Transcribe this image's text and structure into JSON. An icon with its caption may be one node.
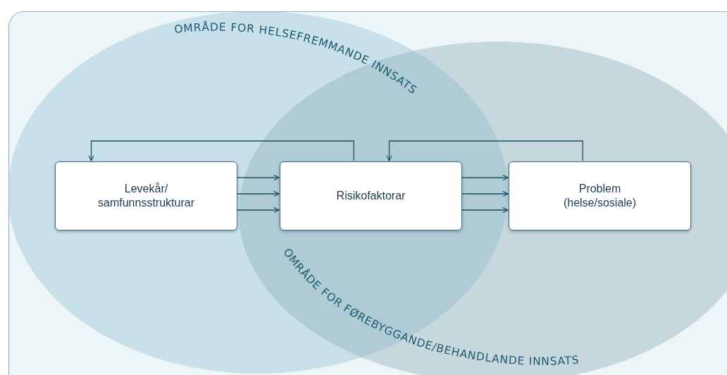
{
  "diagram": {
    "nodes": [
      {
        "text": [
          "Levekår/ samfunnsstrukturar"
        ]
      },
      {
        "text": [
          "Risikofaktorar"
        ]
      },
      {
        "text": [
          "Problem (helse/sosiale)"
        ]
      }
    ],
    "edges": [
      {
        "from": 0,
        "to": 1,
        "arrow": "to"
      },
      {
        "from": 0,
        "to": 1,
        "arrow": "to"
      },
      {
        "from": 0,
        "to": 1,
        "arrow": "to"
      },
      {
        "from": 1,
        "to": 2,
        "arrow": "to"
      },
      {
        "from": 1,
        "to": 2,
        "arrow": "to"
      },
      {
        "from": 1,
        "to": 2,
        "arrow": "to"
      },
      {
        "from": 1,
        "to": 0,
        "arrow": "to"
      },
      {
        "from": 2,
        "to": 1,
        "arrow": "to"
      }
    ],
    "labels": [
      "OMRÅDE FOR HELSEFREMMANDE INNSATS",
      "OMRÅDE FOR FØREBYGGANDE/BEHANDLANDE INNSATS"
    ]
  }
}
